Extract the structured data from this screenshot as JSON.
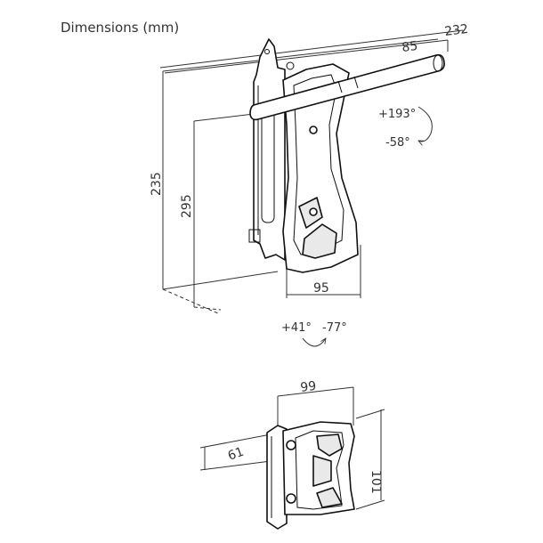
{
  "title": "Dimensions (mm)",
  "dimensions": {
    "arm_length": "232",
    "arm_offset": "85",
    "total_height": "235",
    "height_inner": "295",
    "bracket_width": "95",
    "plate_width": "99",
    "plate_height": "101",
    "plate_depth": "61"
  },
  "rotation": {
    "tilt_up": "+193°",
    "tilt_down": "-58°",
    "swivel_left": "+41°",
    "swivel_right": "-77°"
  },
  "colors": {
    "line": "#111111",
    "dimension": "#333333"
  }
}
